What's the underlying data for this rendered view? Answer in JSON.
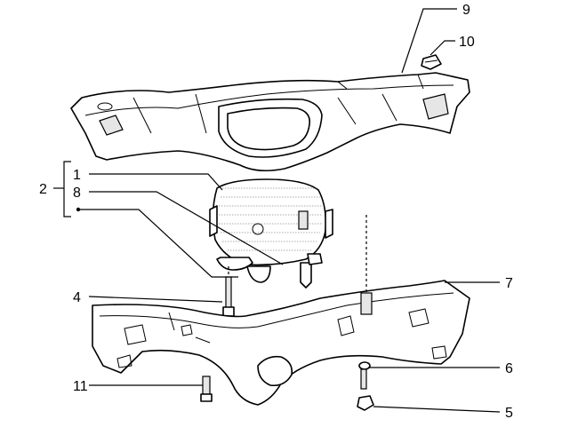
{
  "diagram": {
    "callouts": [
      {
        "id": "9",
        "label": "9"
      },
      {
        "id": "10",
        "label": "10"
      },
      {
        "id": "2",
        "label": "2"
      },
      {
        "id": "1",
        "label": "1"
      },
      {
        "id": "8",
        "label": "8"
      },
      {
        "id": "4",
        "label": "4"
      },
      {
        "id": "7",
        "label": "7"
      },
      {
        "id": "6",
        "label": "6"
      },
      {
        "id": "11",
        "label": "11"
      },
      {
        "id": "5",
        "label": "5"
      }
    ]
  }
}
